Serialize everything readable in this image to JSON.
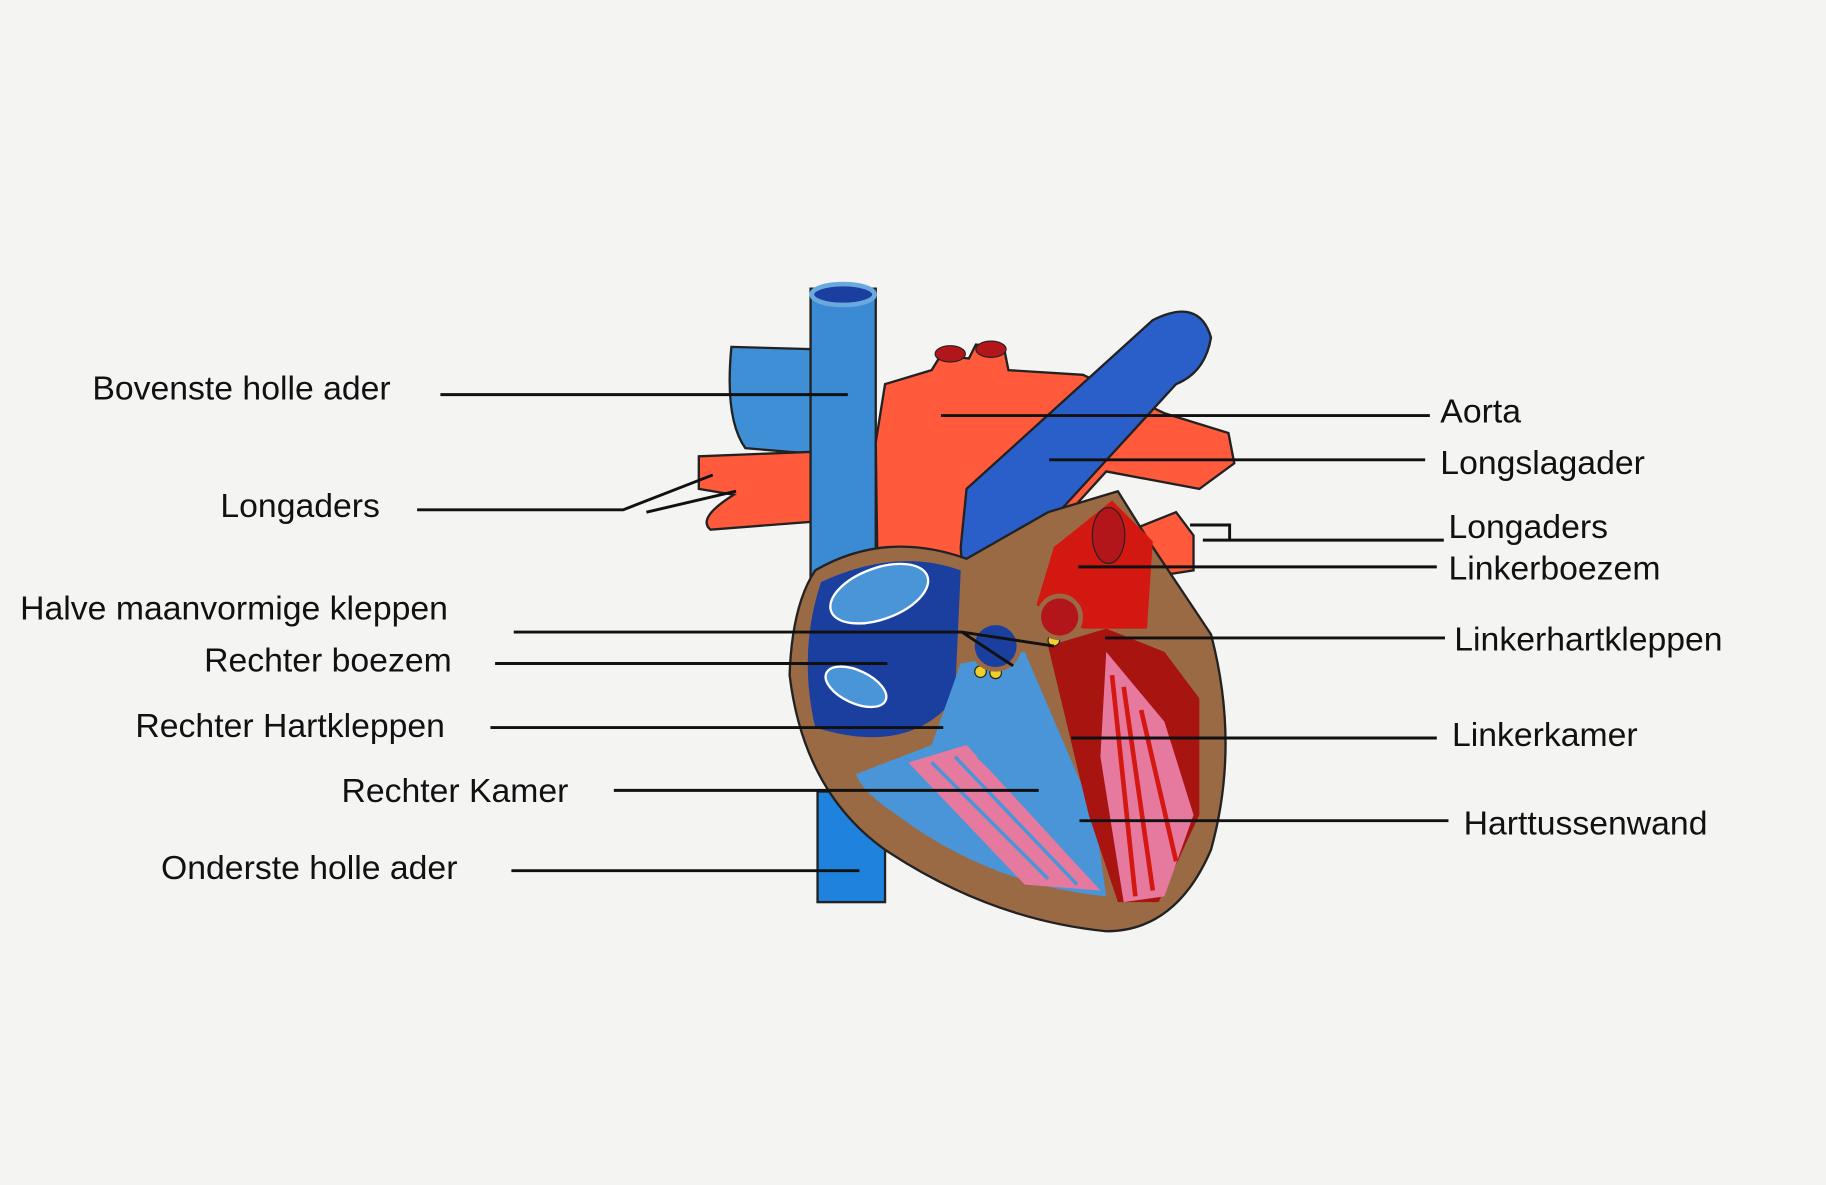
{
  "labels": {
    "left": {
      "superior_vena_cava": "Bovenste holle ader",
      "pulmonary_veins": "Longaders",
      "semilunar_valves": "Halve maanvormige kleppen",
      "right_atrium": "Rechter boezem",
      "right_valves": "Rechter Hartkleppen",
      "right_ventricle": "Rechter Kamer",
      "inferior_vena_cava": "Onderste holle ader"
    },
    "right": {
      "aorta": "Aorta",
      "pulmonary_artery": "Longslagader",
      "pulmonary_veins": "Longaders",
      "left_atrium": "Linkerboezem",
      "left_valves": "Linkerhartkleppen",
      "left_ventricle": "Linkerkamer",
      "septum": "Harttussenwand"
    }
  },
  "colors": {
    "background": "#f4f4f3",
    "vein_blue": "#3a8ad4",
    "deep_blue": "#1a3f9e",
    "artery_orange": "#ff5a3c",
    "left_red": "#c81a10",
    "muscle_brown": "#9a6a45",
    "pink": "#e67a9e",
    "valve_yellow": "#f2cf2a"
  }
}
